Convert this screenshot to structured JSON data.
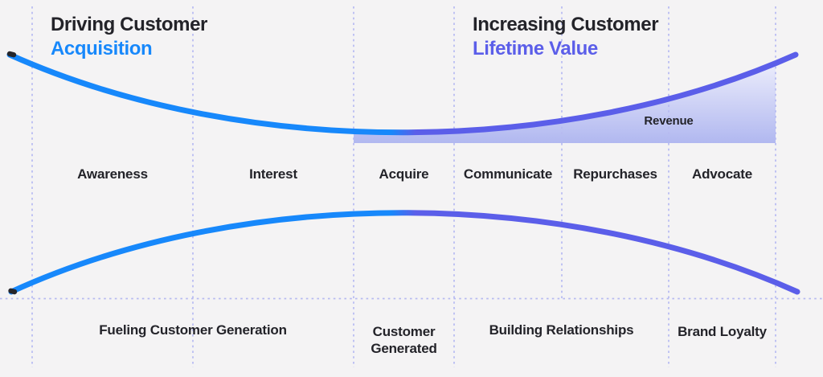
{
  "titles": {
    "left": {
      "line1": "Driving Customer",
      "line2": "Acquisition"
    },
    "right": {
      "line1": "Increasing Customer",
      "line2": "Lifetime Value"
    }
  },
  "revenue_label": "Revenue",
  "stages": [
    "Awareness",
    "Interest",
    "Acquire",
    "Communicate",
    "Repurchases",
    "Advocate"
  ],
  "phases": [
    "Fueling Customer Generation",
    "Customer Generated",
    "Building Relationships",
    "Brand Loyalty"
  ],
  "colors": {
    "background": "#f4f3f4",
    "text_dark": "#232329",
    "acquisition_blue": "#1788fb",
    "lifetime_purple": "#5b5ee9",
    "revenue_fill_top": "#f5f5fd",
    "revenue_fill_bottom": "#b1b8f0",
    "dashed_line": "#b6baf1"
  }
}
